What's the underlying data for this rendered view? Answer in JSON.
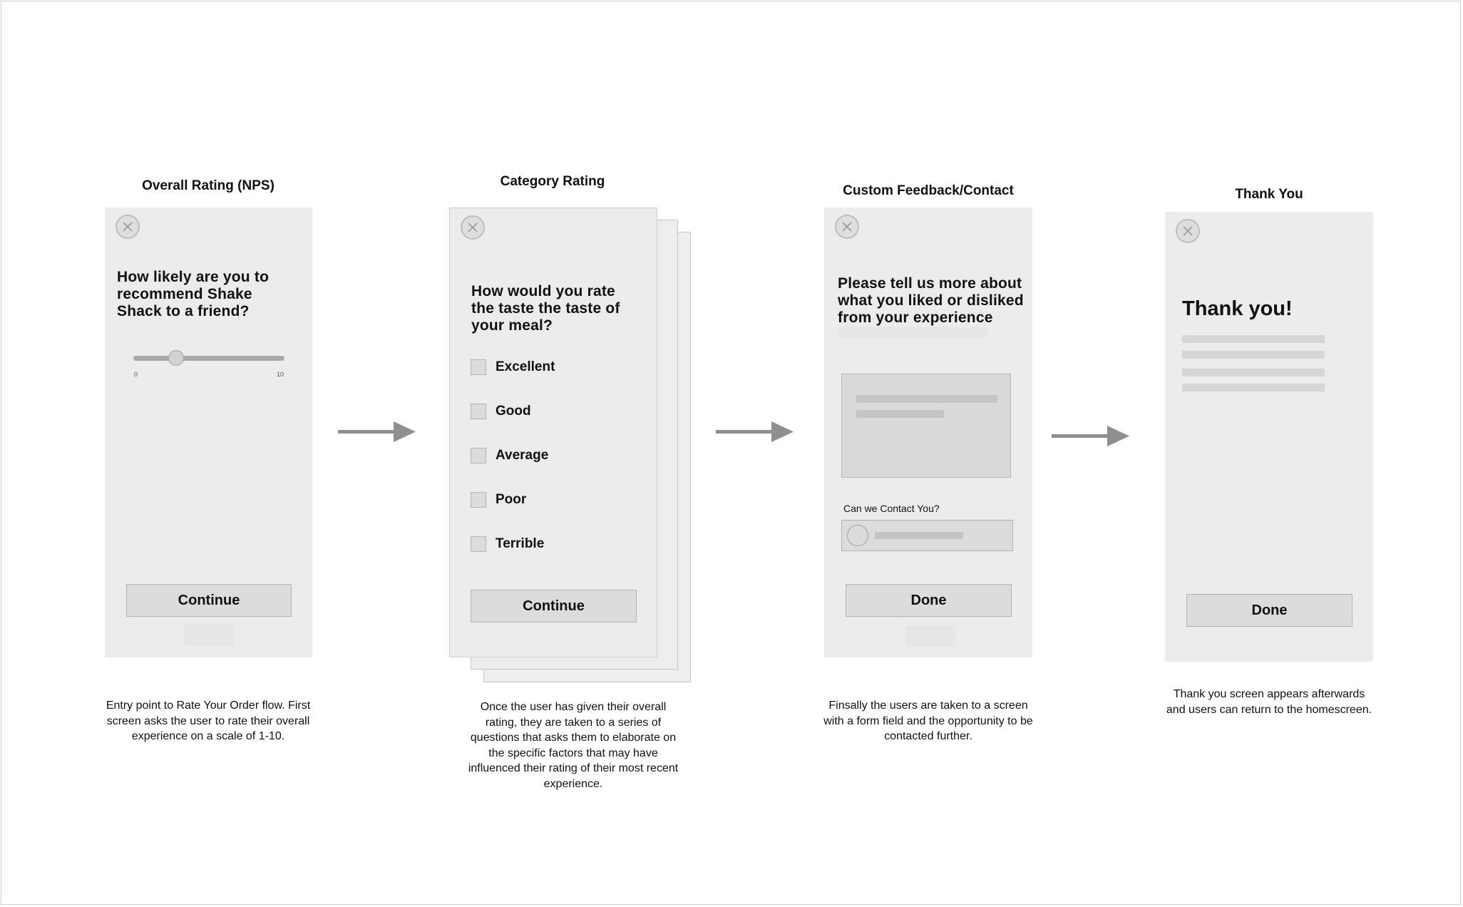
{
  "screens": {
    "nps": {
      "title": "Overall Rating (NPS)",
      "question": "How likely are you to recommend Shake Shack to a friend?",
      "slider_min": "0",
      "slider_max": "10",
      "slider_value_fraction": 0.26,
      "continue_label": "Continue",
      "caption": "Entry point to Rate Your Order flow. First screen asks the user to rate their overall experience on a scale of 1-10."
    },
    "category": {
      "title": "Category Rating",
      "question": "How would you rate the taste the taste of your meal?",
      "options": [
        "Excellent",
        "Good",
        "Average",
        "Poor",
        "Terrible"
      ],
      "continue_label": "Continue",
      "caption": "Once the user has given their overall rating, they are taken to a series of questions that asks them to elaborate on the specific factors that may have influenced their rating of their most recent experience."
    },
    "feedback": {
      "title": "Custom Feedback/Contact",
      "question": "Please tell us more about what you liked or disliked from your experience",
      "contact_label": "Can we Contact You?",
      "done_label": "Done",
      "caption": "Finsally the users are taken to a screen with a form field and the opportunity to be contacted further."
    },
    "thanks": {
      "title": "Thank You",
      "heading": "Thank you!",
      "done_label": "Done",
      "caption": "Thank you screen appears afterwards and users can return to the homescreen."
    }
  },
  "colors": {
    "screen_bg": "#ececec",
    "button_bg": "#dcdcdc",
    "arrow": "#8f8f8f"
  },
  "icons": [
    "close-icon",
    "arrow-right-icon"
  ]
}
